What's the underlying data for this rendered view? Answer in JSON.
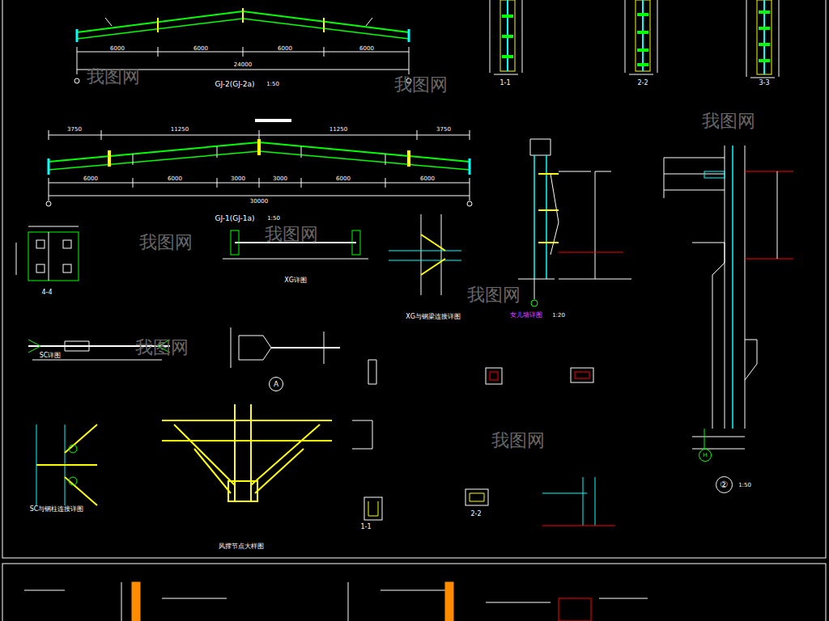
{
  "diagram": {
    "nodes": [
      {
        "text": [
          "A"
        ]
      },
      {
        "text": [
          "②"
        ]
      },
      {
        "text": [
          "H"
        ]
      }
    ],
    "labels": [
      "GJ-2(GJ-2a)",
      "1:50",
      "24000",
      "6000",
      "6000",
      "6000",
      "6000",
      "3750",
      "11250",
      "11250",
      "3750",
      "6000",
      "6000",
      "3000",
      "3000",
      "6000",
      "6000",
      "30000",
      "GJ-1(GJ-1a)",
      "1:50",
      "1-1",
      "2-2",
      "3-3",
      "4-4",
      "XG详图",
      "XG与钢梁连接详图",
      "SC详图",
      "女儿墙详图",
      "1:20",
      "SC与钢柱连接详图",
      "风撑节点大样图",
      "1-1",
      "2-2",
      "1:50",
      "我图网",
      "我图网",
      "我图网",
      "我图网",
      "我图网",
      "我图网",
      "我图网",
      "我图网"
    ]
  }
}
